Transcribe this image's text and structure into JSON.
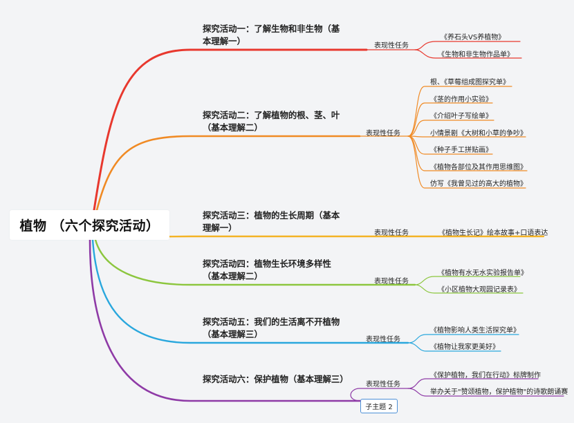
{
  "root": "植物 （六个探究活动）",
  "colors": {
    "branch_1": "#e8382e",
    "branch_2": "#f08a24",
    "branch_3": "#f4b324",
    "branch_4": "#8cc63e",
    "branch_5": "#29a7dd",
    "branch_6": "#8e3aa6",
    "floating_border": "#4d90d6"
  },
  "branches": [
    {
      "title": "探究活动一：了解生物和非生物（基本理解一）",
      "task": "表现性任务",
      "items": [
        "《养石头VS养植物》",
        "《生物和非生物作品单》"
      ]
    },
    {
      "title": "探究活动二：了解植物的根、茎、叶（基本理解二）",
      "task": "表现性任务",
      "items": [
        "根、《草莓组成图探究单》",
        "《茎的作用小实验》",
        "《介绍叶子写绘单》",
        "小情景剧《大树和小草的争吵》",
        "《种子手工拼贴画》",
        "《植物各部位及其作用思维图》",
        "仿写《我曾见过的高大的植物》"
      ]
    },
    {
      "title": "探究活动三：植物的生长周期（基本理解一）",
      "task": "表现性任务",
      "items": [
        "《植物生长记》绘本故事+口语表达"
      ]
    },
    {
      "title": "探究活动四：植物生长环境多样性（基本理解二）",
      "task": "表现性任务",
      "items": [
        "《植物有水无水实验报告单》",
        "《小区植物大观园记录表》"
      ]
    },
    {
      "title": "探究活动五：我们的生活离不开植物（基本理解三）",
      "task": "表现性任务",
      "items": [
        "《植物影响人类生活探究单》",
        "《植物让我家更美好》"
      ]
    },
    {
      "title": "探究活动六：保护植物（基本理解三）",
      "task": "表现性任务",
      "items": [
        "《保护植物，我们在行动》标牌制作",
        "举办关于\"赞颂植物，保护植物\"的诗歌朗诵赛"
      ]
    }
  ],
  "floating_topic": "子主题 2"
}
